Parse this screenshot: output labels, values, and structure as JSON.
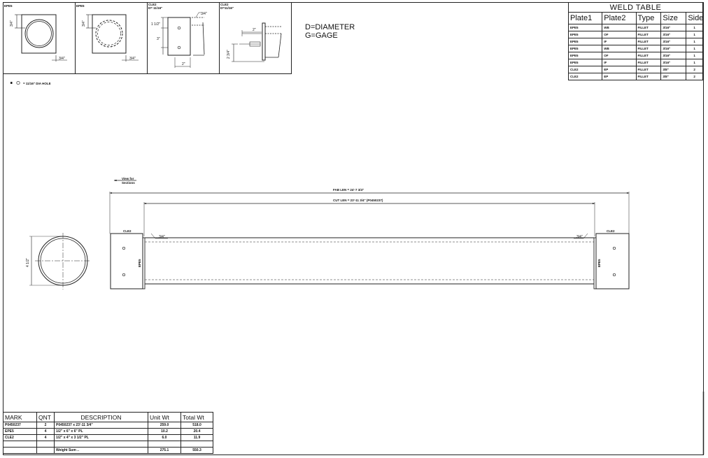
{
  "legend": {
    "diameter": "D=DIAMETER",
    "gage": "G=GAGE",
    "hole_note": "= 11/16\" DIA HOLE"
  },
  "details": [
    {
      "title": "EPE5",
      "subtitle": "",
      "dims": [
        "3/4\"",
        "3/4\""
      ]
    },
    {
      "title": "EPE5",
      "subtitle": "",
      "dims": [
        "3/4\"",
        "3/4\""
      ]
    },
    {
      "title": "CLE2",
      "subtitle": "D= 11/16\"",
      "dims": [
        "3/4\"",
        "1 1/2\"",
        "3\"",
        "2\""
      ]
    },
    {
      "title": "CLE2",
      "subtitle": "D=11/16\"",
      "dims": [
        "2\"",
        "2 3/4\""
      ]
    }
  ],
  "view_label": {
    "line1": "View for",
    "line2": "Sections"
  },
  "elevation": {
    "fab_len": "FAB LEN = 24'-7 3/4\"",
    "cut_len": "CUT LEN = 23'-11 3/4\" (P0450237)",
    "left_setback": "3/4\"",
    "right_setback": "3/4\"",
    "left_clip": "CLE2",
    "right_clip": "CLE2",
    "left_plate": "EPE5",
    "right_plate": "EPE5",
    "section_dim": "4 1/2\""
  },
  "weld_table": {
    "title": "WELD TABLE",
    "headers": [
      "Plate1",
      "Plate2",
      "Type",
      "Size",
      "Side"
    ],
    "rows": [
      [
        "EPE5",
        "WB",
        "FILLET",
        "3/16\"",
        "1"
      ],
      [
        "EPE5",
        "OF",
        "FILLET",
        "3/16\"",
        "1"
      ],
      [
        "EPE5",
        "IF",
        "FILLET",
        "3/16\"",
        "1"
      ],
      [
        "EPE5",
        "WB",
        "FILLET",
        "3/16\"",
        "1"
      ],
      [
        "EPE5",
        "OF",
        "FILLET",
        "3/16\"",
        "1"
      ],
      [
        "EPE5",
        "IF",
        "FILLET",
        "3/16\"",
        "1"
      ],
      [
        "CLE2",
        "EP",
        "FILLET",
        "3/8\"",
        "2"
      ],
      [
        "CLE2",
        "EP",
        "FILLET",
        "3/8\"",
        "2"
      ]
    ]
  },
  "bom": {
    "headers": [
      "MARK",
      "QNT",
      "DESCRIPTION",
      "Unit Wt",
      "Total Wt"
    ],
    "rows": [
      [
        "P0450237",
        "2",
        "P0450237 x 23'-11 3/4\"",
        "259.0",
        "518.0"
      ],
      [
        "EPE5",
        "4",
        "1/2\" x 6\" x 6\" PL",
        "10.2",
        "20.4"
      ],
      [
        "CLE2",
        "4",
        "1/2\" x 4\" x 3 1/2\" PL",
        "6.0",
        "11.9"
      ]
    ],
    "sum_label": "Weight Sum ..",
    "sum_unit": "275.1",
    "sum_total": "550.3"
  }
}
